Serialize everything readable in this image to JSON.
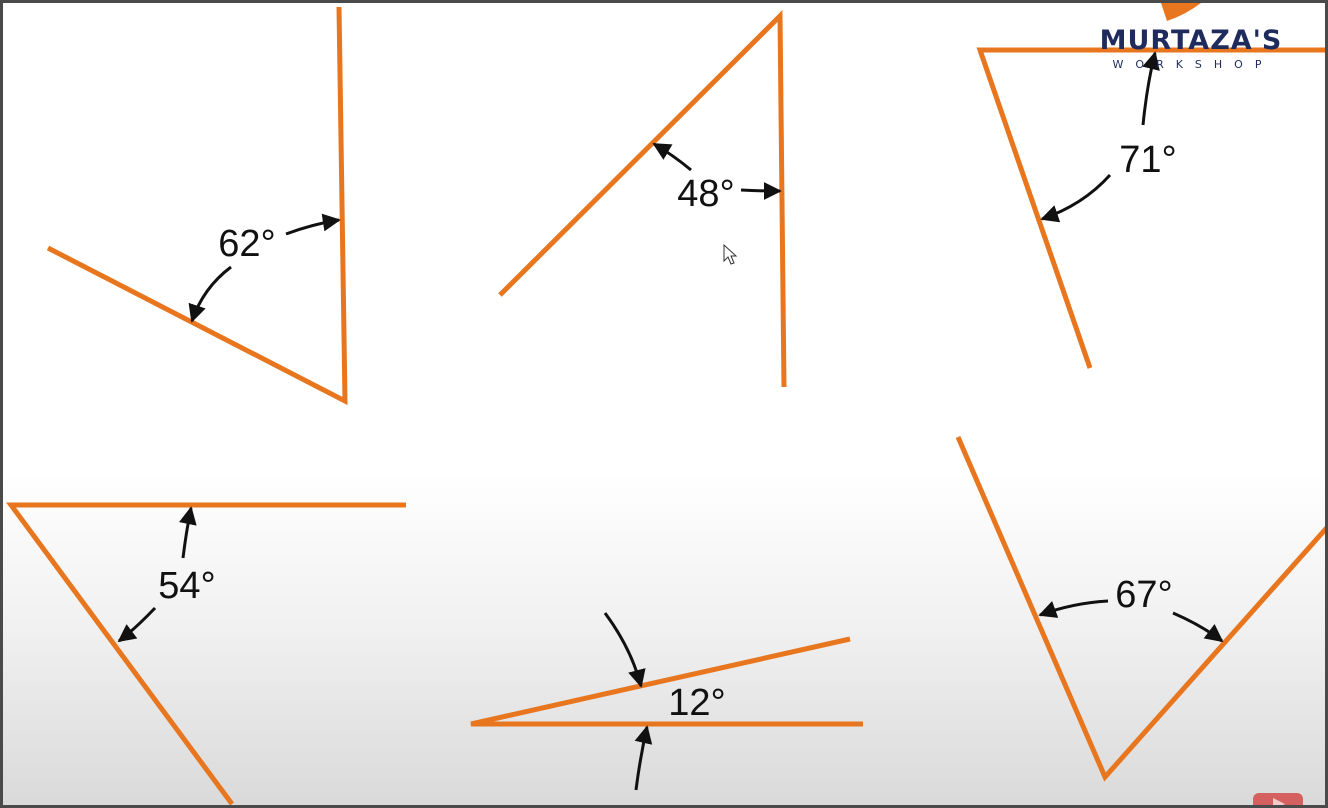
{
  "brand": {
    "name": "MURTAZA'S",
    "tagline": "WORKSHOP"
  },
  "colors": {
    "line": "#e8761e",
    "arrow": "#111111",
    "brand": "#1f2b5c"
  },
  "angles": [
    {
      "label": "62°"
    },
    {
      "label": "48°"
    },
    {
      "label": "71°"
    },
    {
      "label": "54°"
    },
    {
      "label": "12°"
    },
    {
      "label": "67°"
    }
  ],
  "icons": {
    "cursor": "mouse-pointer-icon",
    "player": "youtube-play-icon"
  }
}
